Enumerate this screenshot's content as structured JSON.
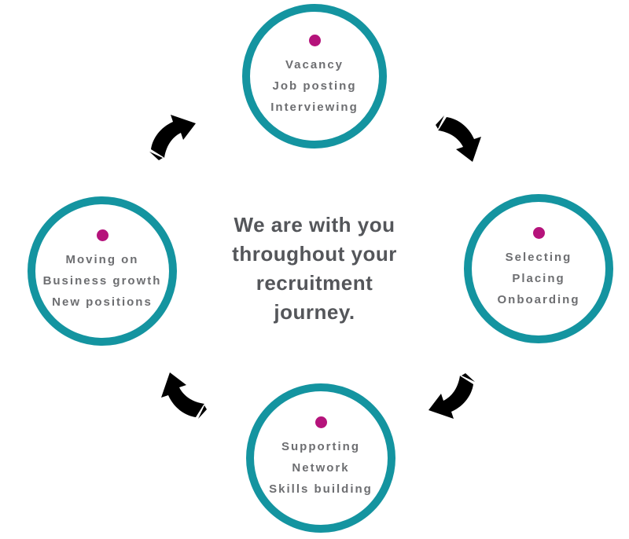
{
  "diagram": {
    "name": "recruitment-journey-cycle",
    "direction": "clockwise"
  },
  "colors": {
    "teal": "#1494A0",
    "pink": "#B5137B",
    "node_text": "#6D6E71",
    "center_text": "#54565A",
    "arrow": "#1D4E5F",
    "background": "#FFFFFF"
  },
  "center": {
    "text": "We are with you throughout your recruitment journey.",
    "lines": [
      "We are with you",
      "throughout your",
      "recruitment",
      "journey."
    ]
  },
  "nodes": [
    {
      "id": "top",
      "lines": [
        "Vacancy",
        "Job posting",
        "Interviewing"
      ]
    },
    {
      "id": "right",
      "lines": [
        "Selecting",
        "Placing",
        "Onboarding"
      ]
    },
    {
      "id": "bottom",
      "lines": [
        "Supporting",
        "Network",
        "Skills building"
      ]
    },
    {
      "id": "left",
      "lines": [
        "Moving on",
        "Business growth",
        "New positions"
      ]
    }
  ],
  "arrows": [
    {
      "id": "top-right",
      "from": "top",
      "to": "right"
    },
    {
      "id": "bottom-right",
      "from": "right",
      "to": "bottom"
    },
    {
      "id": "bottom-left",
      "from": "bottom",
      "to": "left"
    },
    {
      "id": "top-left",
      "from": "left",
      "to": "top"
    }
  ]
}
